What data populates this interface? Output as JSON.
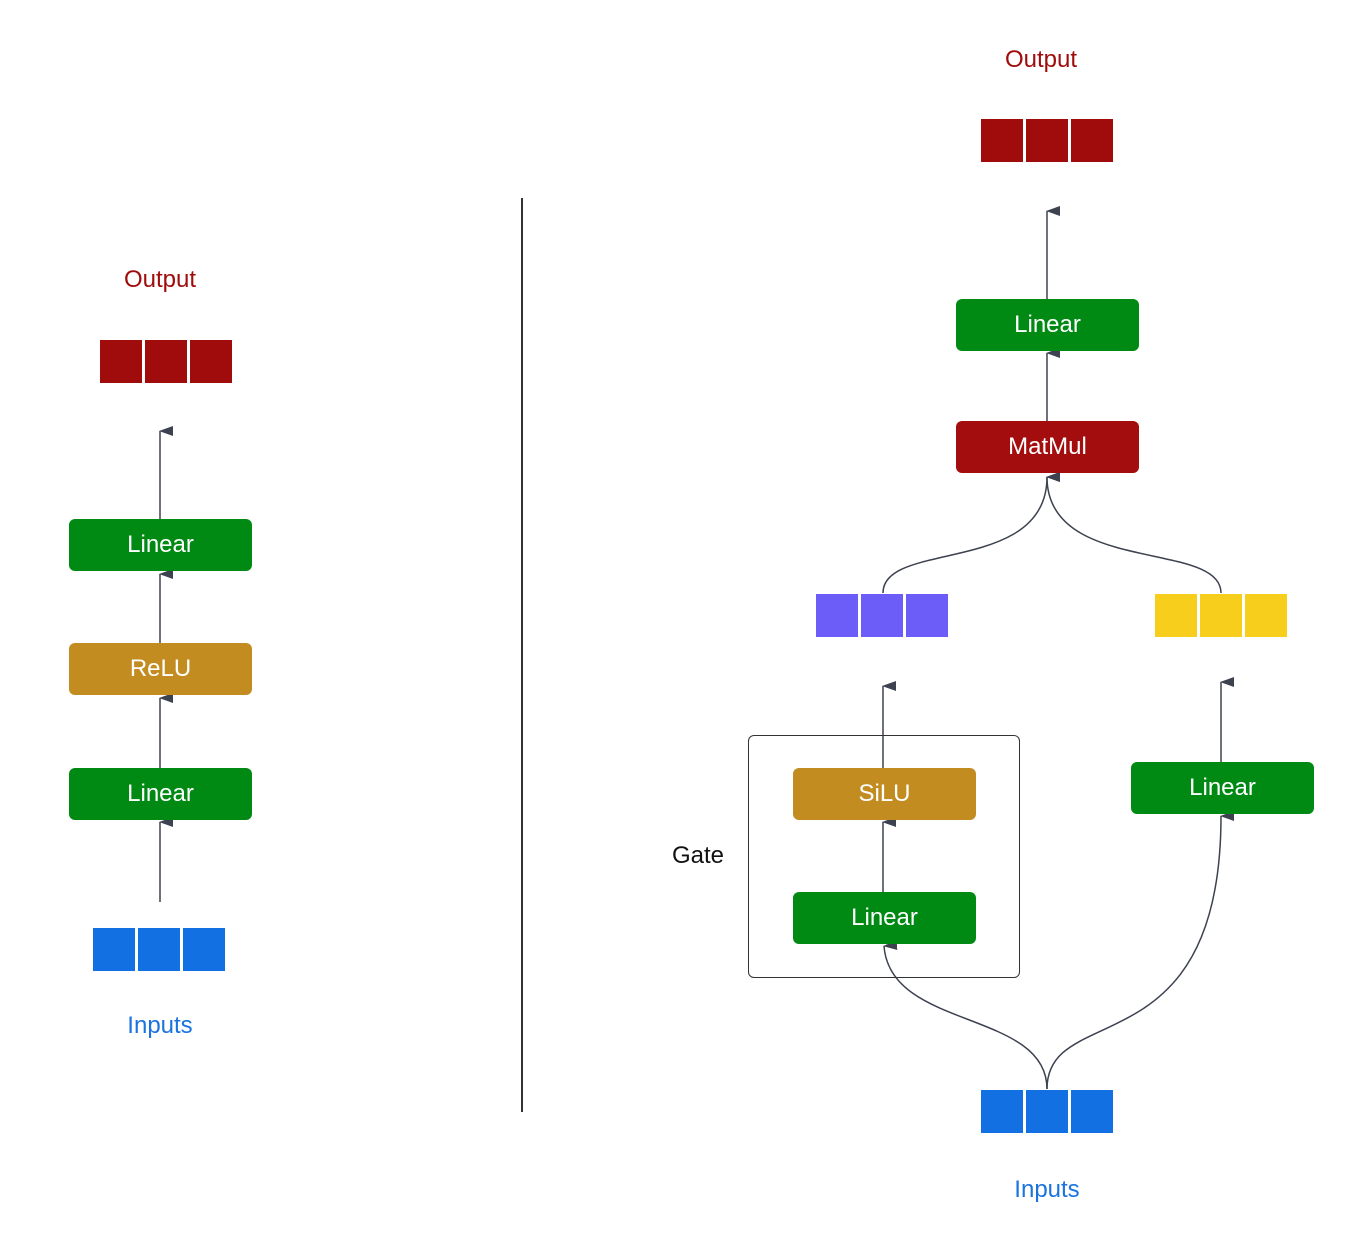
{
  "left": {
    "output_label": "Output",
    "input_label": "Inputs",
    "blocks": [
      "Linear",
      "ReLU",
      "Linear"
    ]
  },
  "right": {
    "output_label": "Output",
    "input_label": "Inputs",
    "gate_label": "Gate",
    "top_linear": "Linear",
    "matmul": "MatMul",
    "gate_silu": "SiLU",
    "gate_linear": "Linear",
    "right_linear": "Linear"
  },
  "colors": {
    "output": "#a00b0b",
    "inputs": "#1270e2",
    "linear": "#008a14",
    "activation": "#c28c21",
    "matmul": "#a30d0d",
    "gate_vector": "#6c5cf8",
    "linear_vector": "#f8ce1c"
  }
}
